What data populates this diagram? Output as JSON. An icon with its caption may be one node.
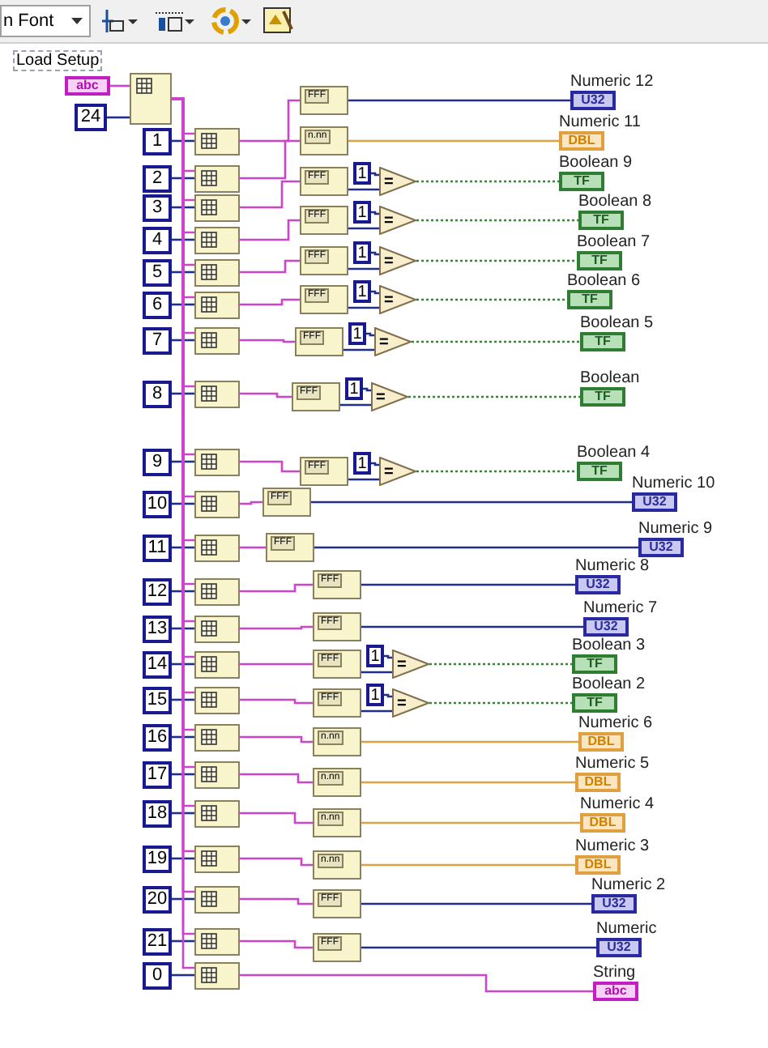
{
  "diagram": {
    "nodes": [
      {
        "text": [
          "Load Setup",
          "abc"
        ]
      },
      {
        "text": [
          "24"
        ]
      },
      {
        "text": [],
        "shape": "box"
      },
      {
        "text": [
          "1"
        ]
      },
      {
        "text": [],
        "shape": "box"
      },
      {
        "text": [
          "FFF"
        ]
      },
      {
        "text": [
          "Numeric 12",
          "U32"
        ]
      },
      {
        "text": [
          "2"
        ]
      },
      {
        "text": [],
        "shape": "box"
      },
      {
        "text": [
          "n.nn"
        ]
      },
      {
        "text": [
          "Numeric 11",
          "DBL"
        ]
      },
      {
        "text": [
          "3"
        ]
      },
      {
        "text": [],
        "shape": "box"
      },
      {
        "text": [
          "FFF"
        ]
      },
      {
        "text": [
          "1"
        ]
      },
      {
        "text": [
          "="
        ]
      },
      {
        "text": [
          "Boolean 9",
          "TF"
        ]
      },
      {
        "text": [
          "4"
        ]
      },
      {
        "text": [],
        "shape": "box"
      },
      {
        "text": [
          "FFF"
        ]
      },
      {
        "text": [
          "1"
        ]
      },
      {
        "text": [
          "="
        ]
      },
      {
        "text": [
          "Boolean 8",
          "TF"
        ]
      },
      {
        "text": [
          "5"
        ]
      },
      {
        "text": [],
        "shape": "box"
      },
      {
        "text": [
          "FFF"
        ]
      },
      {
        "text": [
          "1"
        ]
      },
      {
        "text": [
          "="
        ]
      },
      {
        "text": [
          "Boolean 7",
          "TF"
        ]
      },
      {
        "text": [
          "6"
        ]
      },
      {
        "text": [],
        "shape": "box"
      },
      {
        "text": [
          "FFF"
        ]
      },
      {
        "text": [
          "1"
        ]
      },
      {
        "text": [
          "="
        ]
      },
      {
        "text": [
          "Boolean 6",
          "TF"
        ]
      },
      {
        "text": [
          "7"
        ]
      },
      {
        "text": [],
        "shape": "box"
      },
      {
        "text": [
          "FFF"
        ]
      },
      {
        "text": [
          "1"
        ]
      },
      {
        "text": [
          "="
        ]
      },
      {
        "text": [
          "Boolean 5",
          "TF"
        ]
      },
      {
        "text": [
          "8"
        ]
      },
      {
        "text": [],
        "shape": "box"
      },
      {
        "text": [
          "FFF"
        ]
      },
      {
        "text": [
          "1"
        ]
      },
      {
        "text": [
          "="
        ]
      },
      {
        "text": [
          "Boolean",
          "TF"
        ]
      },
      {
        "text": [
          "9"
        ]
      },
      {
        "text": [],
        "shape": "box"
      },
      {
        "text": [
          "FFF"
        ]
      },
      {
        "text": [
          "1"
        ]
      },
      {
        "text": [
          "="
        ]
      },
      {
        "text": [
          "Boolean 4",
          "TF"
        ]
      },
      {
        "text": [
          "10"
        ]
      },
      {
        "text": [],
        "shape": "box"
      },
      {
        "text": [
          "FFF"
        ]
      },
      {
        "text": [
          "Numeric 10",
          "U32"
        ]
      },
      {
        "text": [
          "11"
        ]
      },
      {
        "text": [],
        "shape": "box"
      },
      {
        "text": [
          "FFF"
        ]
      },
      {
        "text": [
          "Numeric 9",
          "U32"
        ]
      },
      {
        "text": [
          "12"
        ]
      },
      {
        "text": [],
        "shape": "box"
      },
      {
        "text": [
          "FFF"
        ]
      },
      {
        "text": [
          "Numeric 8",
          "U32"
        ]
      },
      {
        "text": [
          "13"
        ]
      },
      {
        "text": [],
        "shape": "box"
      },
      {
        "text": [
          "FFF"
        ]
      },
      {
        "text": [
          "Numeric 7",
          "U32"
        ]
      },
      {
        "text": [
          "14"
        ]
      },
      {
        "text": [],
        "shape": "box"
      },
      {
        "text": [
          "FFF"
        ]
      },
      {
        "text": [
          "1"
        ]
      },
      {
        "text": [
          "="
        ]
      },
      {
        "text": [
          "Boolean 3",
          "TF"
        ]
      },
      {
        "text": [
          "15"
        ]
      },
      {
        "text": [],
        "shape": "box"
      },
      {
        "text": [
          "FFF"
        ]
      },
      {
        "text": [
          "1"
        ]
      },
      {
        "text": [
          "="
        ]
      },
      {
        "text": [
          "Boolean 2",
          "TF"
        ]
      },
      {
        "text": [
          "16"
        ]
      },
      {
        "text": [],
        "shape": "box"
      },
      {
        "text": [
          "n.nn"
        ]
      },
      {
        "text": [
          "Numeric 6",
          "DBL"
        ]
      },
      {
        "text": [
          "17"
        ]
      },
      {
        "text": [],
        "shape": "box"
      },
      {
        "text": [
          "n.nn"
        ]
      },
      {
        "text": [
          "Numeric 5",
          "DBL"
        ]
      },
      {
        "text": [
          "18"
        ]
      },
      {
        "text": [],
        "shape": "box"
      },
      {
        "text": [
          "n.nn"
        ]
      },
      {
        "text": [
          "Numeric 4",
          "DBL"
        ]
      },
      {
        "text": [
          "19"
        ]
      },
      {
        "text": [],
        "shape": "box"
      },
      {
        "text": [
          "n.nn"
        ]
      },
      {
        "text": [
          "Numeric 3",
          "DBL"
        ]
      },
      {
        "text": [
          "20"
        ]
      },
      {
        "text": [],
        "shape": "box"
      },
      {
        "text": [
          "FFF"
        ]
      },
      {
        "text": [
          "Numeric 2",
          "U32"
        ]
      },
      {
        "text": [
          "21"
        ]
      },
      {
        "text": [],
        "shape": "box"
      },
      {
        "text": [
          "FFF"
        ]
      },
      {
        "text": [
          "Numeric",
          "U32"
        ]
      },
      {
        "text": [
          "0"
        ]
      },
      {
        "text": [],
        "shape": "box"
      },
      {
        "text": [
          "String",
          "abc"
        ]
      }
    ],
    "edges": [
      {
        "from": 0,
        "to": 2,
        "arrow": "none",
        "color": "#cc44cc"
      },
      {
        "from": 1,
        "to": 2,
        "arrow": "none"
      },
      {
        "from": 3,
        "to": 4,
        "arrow": "none"
      },
      {
        "from": 2,
        "to": 4,
        "arrow": "none",
        "color": "#cc44cc"
      },
      {
        "from": 4,
        "to": 5,
        "arrow": "none",
        "color": "#cc44cc"
      },
      {
        "from": 5,
        "to": 6,
        "arrow": "none"
      },
      {
        "from": 7,
        "to": 8,
        "arrow": "none"
      },
      {
        "from": 2,
        "to": 8,
        "arrow": "none",
        "color": "#cc44cc"
      },
      {
        "from": 8,
        "to": 9,
        "arrow": "none",
        "color": "#cc44cc"
      },
      {
        "from": 9,
        "to": 10,
        "arrow": "none",
        "color": "#d9a441"
      },
      {
        "from": 11,
        "to": 12,
        "arrow": "none"
      },
      {
        "from": 2,
        "to": 12,
        "arrow": "none",
        "color": "#cc44cc"
      },
      {
        "from": 12,
        "to": 13,
        "arrow": "none",
        "color": "#cc44cc"
      },
      {
        "from": 13,
        "to": 15,
        "arrow": "none"
      },
      {
        "from": 14,
        "to": 15,
        "arrow": "none"
      },
      {
        "from": 15,
        "to": 16,
        "arrow": "none",
        "style": "dashed",
        "color": "#3f7f3f"
      },
      {
        "from": 17,
        "to": 18,
        "arrow": "none"
      },
      {
        "from": 2,
        "to": 18,
        "arrow": "none",
        "color": "#cc44cc"
      },
      {
        "from": 18,
        "to": 19,
        "arrow": "none",
        "color": "#cc44cc"
      },
      {
        "from": 19,
        "to": 21,
        "arrow": "none"
      },
      {
        "from": 20,
        "to": 21,
        "arrow": "none"
      },
      {
        "from": 21,
        "to": 22,
        "arrow": "none",
        "style": "dashed",
        "color": "#3f7f3f"
      },
      {
        "from": 23,
        "to": 24,
        "arrow": "none"
      },
      {
        "from": 2,
        "to": 24,
        "arrow": "none",
        "color": "#cc44cc"
      },
      {
        "from": 24,
        "to": 25,
        "arrow": "none",
        "color": "#cc44cc"
      },
      {
        "from": 25,
        "to": 27,
        "arrow": "none"
      },
      {
        "from": 26,
        "to": 27,
        "arrow": "none"
      },
      {
        "from": 27,
        "to": 28,
        "arrow": "none",
        "style": "dashed",
        "color": "#3f7f3f"
      },
      {
        "from": 29,
        "to": 30,
        "arrow": "none"
      },
      {
        "from": 2,
        "to": 30,
        "arrow": "none",
        "color": "#cc44cc"
      },
      {
        "from": 30,
        "to": 31,
        "arrow": "none",
        "color": "#cc44cc"
      },
      {
        "from": 31,
        "to": 33,
        "arrow": "none"
      },
      {
        "from": 32,
        "to": 33,
        "arrow": "none"
      },
      {
        "from": 33,
        "to": 34,
        "arrow": "none",
        "style": "dashed",
        "color": "#3f7f3f"
      },
      {
        "from": 35,
        "to": 36,
        "arrow": "none"
      },
      {
        "from": 2,
        "to": 36,
        "arrow": "none",
        "color": "#cc44cc"
      },
      {
        "from": 36,
        "to": 37,
        "arrow": "none",
        "color": "#cc44cc"
      },
      {
        "from": 37,
        "to": 39,
        "arrow": "none"
      },
      {
        "from": 38,
        "to": 39,
        "arrow": "none"
      },
      {
        "from": 39,
        "to": 40,
        "arrow": "none",
        "style": "dashed",
        "color": "#3f7f3f"
      },
      {
        "from": 41,
        "to": 42,
        "arrow": "none"
      },
      {
        "from": 2,
        "to": 42,
        "arrow": "none",
        "color": "#cc44cc"
      },
      {
        "from": 42,
        "to": 43,
        "arrow": "none",
        "color": "#cc44cc"
      },
      {
        "from": 43,
        "to": 45,
        "arrow": "none"
      },
      {
        "from": 44,
        "to": 45,
        "arrow": "none"
      },
      {
        "from": 45,
        "to": 46,
        "arrow": "none",
        "style": "dashed",
        "color": "#3f7f3f"
      },
      {
        "from": 47,
        "to": 48,
        "arrow": "none"
      },
      {
        "from": 2,
        "to": 48,
        "arrow": "none",
        "color": "#cc44cc"
      },
      {
        "from": 48,
        "to": 49,
        "arrow": "none",
        "color": "#cc44cc"
      },
      {
        "from": 49,
        "to": 51,
        "arrow": "none"
      },
      {
        "from": 50,
        "to": 51,
        "arrow": "none"
      },
      {
        "from": 51,
        "to": 52,
        "arrow": "none",
        "style": "dashed",
        "color": "#3f7f3f"
      },
      {
        "from": 53,
        "to": 54,
        "arrow": "none"
      },
      {
        "from": 2,
        "to": 54,
        "arrow": "none",
        "color": "#cc44cc"
      },
      {
        "from": 54,
        "to": 55,
        "arrow": "none",
        "color": "#cc44cc"
      },
      {
        "from": 55,
        "to": 56,
        "arrow": "none"
      },
      {
        "from": 57,
        "to": 58,
        "arrow": "none"
      },
      {
        "from": 2,
        "to": 58,
        "arrow": "none",
        "color": "#cc44cc"
      },
      {
        "from": 58,
        "to": 59,
        "arrow": "none",
        "color": "#cc44cc"
      },
      {
        "from": 59,
        "to": 60,
        "arrow": "none"
      },
      {
        "from": 61,
        "to": 62,
        "arrow": "none"
      },
      {
        "from": 2,
        "to": 62,
        "arrow": "none",
        "color": "#cc44cc"
      },
      {
        "from": 62,
        "to": 63,
        "arrow": "none",
        "color": "#cc44cc"
      },
      {
        "from": 63,
        "to": 64,
        "arrow": "none"
      },
      {
        "from": 65,
        "to": 66,
        "arrow": "none"
      },
      {
        "from": 2,
        "to": 66,
        "arrow": "none",
        "color": "#cc44cc"
      },
      {
        "from": 66,
        "to": 67,
        "arrow": "none",
        "color": "#cc44cc"
      },
      {
        "from": 67,
        "to": 68,
        "arrow": "none"
      },
      {
        "from": 69,
        "to": 70,
        "arrow": "none"
      },
      {
        "from": 2,
        "to": 70,
        "arrow": "none",
        "color": "#cc44cc"
      },
      {
        "from": 70,
        "to": 71,
        "arrow": "none",
        "color": "#cc44cc"
      },
      {
        "from": 71,
        "to": 73,
        "arrow": "none"
      },
      {
        "from": 72,
        "to": 73,
        "arrow": "none"
      },
      {
        "from": 73,
        "to": 74,
        "arrow": "none",
        "style": "dashed",
        "color": "#3f7f3f"
      },
      {
        "from": 75,
        "to": 76,
        "arrow": "none"
      },
      {
        "from": 2,
        "to": 76,
        "arrow": "none",
        "color": "#cc44cc"
      },
      {
        "from": 76,
        "to": 77,
        "arrow": "none",
        "color": "#cc44cc"
      },
      {
        "from": 77,
        "to": 79,
        "arrow": "none"
      },
      {
        "from": 78,
        "to": 79,
        "arrow": "none"
      },
      {
        "from": 79,
        "to": 80,
        "arrow": "none",
        "style": "dashed",
        "color": "#3f7f3f"
      },
      {
        "from": 81,
        "to": 82,
        "arrow": "none"
      },
      {
        "from": 2,
        "to": 82,
        "arrow": "none",
        "color": "#cc44cc"
      },
      {
        "from": 82,
        "to": 83,
        "arrow": "none",
        "color": "#cc44cc"
      },
      {
        "from": 83,
        "to": 84,
        "arrow": "none",
        "color": "#d9a441"
      },
      {
        "from": 85,
        "to": 86,
        "arrow": "none"
      },
      {
        "from": 2,
        "to": 86,
        "arrow": "none",
        "color": "#cc44cc"
      },
      {
        "from": 86,
        "to": 87,
        "arrow": "none",
        "color": "#cc44cc"
      },
      {
        "from": 87,
        "to": 88,
        "arrow": "none",
        "color": "#d9a441"
      },
      {
        "from": 89,
        "to": 90,
        "arrow": "none"
      },
      {
        "from": 2,
        "to": 90,
        "arrow": "none",
        "color": "#cc44cc"
      },
      {
        "from": 90,
        "to": 91,
        "arrow": "none",
        "color": "#cc44cc"
      },
      {
        "from": 91,
        "to": 92,
        "arrow": "none",
        "color": "#d9a441"
      },
      {
        "from": 93,
        "to": 94,
        "arrow": "none"
      },
      {
        "from": 2,
        "to": 94,
        "arrow": "none",
        "color": "#cc44cc"
      },
      {
        "from": 94,
        "to": 95,
        "arrow": "none",
        "color": "#cc44cc"
      },
      {
        "from": 95,
        "to": 96,
        "arrow": "none",
        "color": "#d9a441"
      },
      {
        "from": 97,
        "to": 98,
        "arrow": "none"
      },
      {
        "from": 2,
        "to": 98,
        "arrow": "none",
        "color": "#cc44cc"
      },
      {
        "from": 98,
        "to": 99,
        "arrow": "none",
        "color": "#cc44cc"
      },
      {
        "from": 99,
        "to": 100,
        "arrow": "none"
      },
      {
        "from": 101,
        "to": 102,
        "arrow": "none"
      },
      {
        "from": 2,
        "to": 102,
        "arrow": "none",
        "color": "#cc44cc"
      },
      {
        "from": 102,
        "to": 103,
        "arrow": "none",
        "color": "#cc44cc"
      },
      {
        "from": 103,
        "to": 104,
        "arrow": "none"
      },
      {
        "from": 105,
        "to": 106,
        "arrow": "none"
      },
      {
        "from": 2,
        "to": 106,
        "arrow": "none",
        "color": "#cc44cc"
      },
      {
        "from": 106,
        "to": 107,
        "arrow": "none",
        "color": "#cc44cc"
      }
    ],
    "labels": [
      "n Font"
    ]
  }
}
